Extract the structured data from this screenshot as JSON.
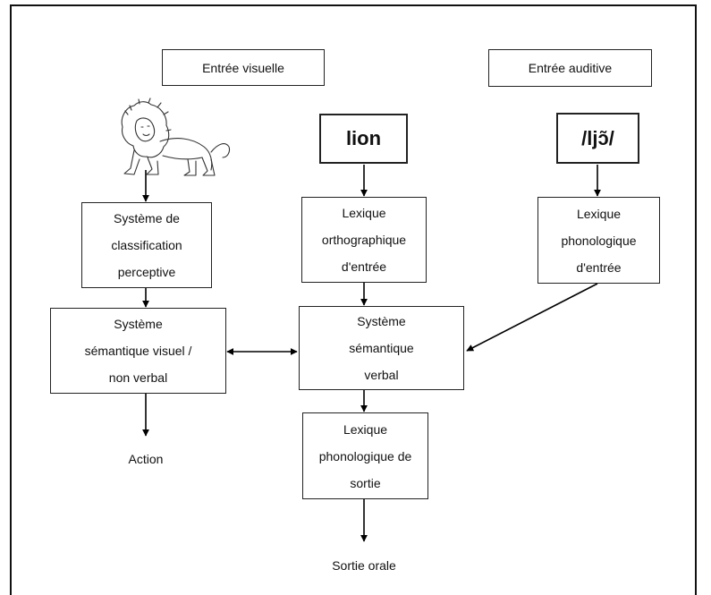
{
  "inputs": {
    "visual": "Entrée visuelle",
    "auditory": "Entrée auditive"
  },
  "stimuli": {
    "lion_picture_icon": "lion-drawing",
    "written_word": "lion",
    "phonetic_word": "/ljɔ̃/"
  },
  "modules": {
    "perceptive_classification": "Système de\nclassification\nperceptive",
    "ortho_lexicon": "Lexique\northographique\nd'entrée",
    "phono_input_lexicon": "Lexique\nphonologique\nd'entrée",
    "visual_semantic": "Système\nsémantique visuel /\nnon verbal",
    "verbal_semantic": "Système\nsémantique\nverbal",
    "phono_output_lexicon": "Lexique\nphonologique de\nsortie"
  },
  "outputs": {
    "action": "Action",
    "oral": "Sortie orale"
  }
}
